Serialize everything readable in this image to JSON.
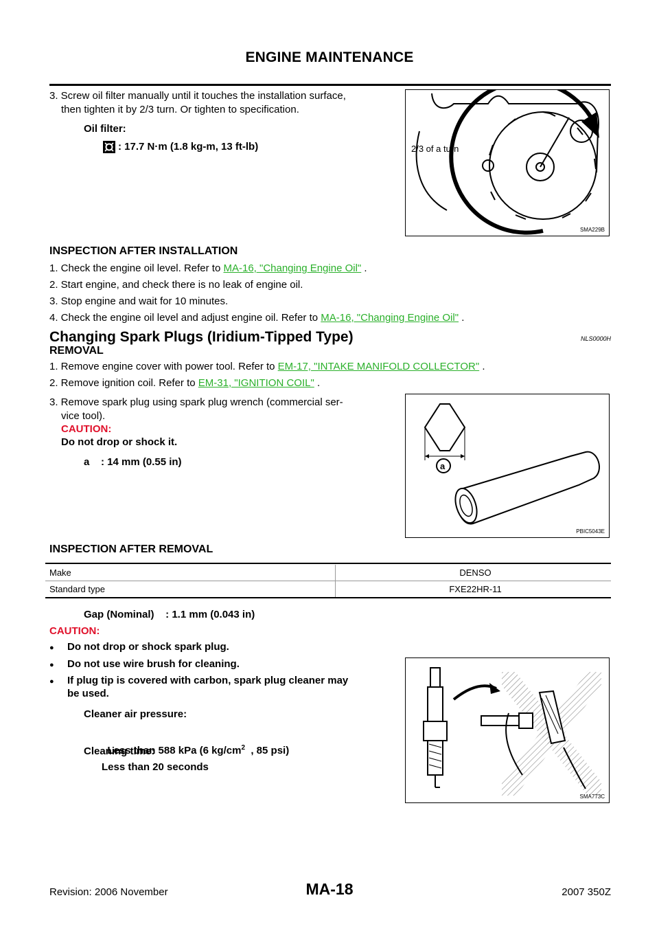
{
  "header": {
    "title": "ENGINE MAINTENANCE"
  },
  "step3_filter": {
    "line1": "3. Screw oil filter manually until it touches the installation surface,",
    "line2": "then tighten it by 2/3 turn. Or tighten to specification.",
    "spec_label": "Oil filter:",
    "spec_value": ": 17.7 N·m (1.8 kg-m, 13 ft-lb)",
    "figure": {
      "label": "2/3 of a turn",
      "id": "SMA229B"
    }
  },
  "inspection_after_installation": {
    "heading": "INSPECTION AFTER INSTALLATION",
    "s1_text": "1. Check the engine oil level. Refer to ",
    "s1_link": "MA-16, \"Changing Engine Oil\"",
    "s1_end": " .",
    "s2": "2. Start engine, and check there is no leak of engine oil.",
    "s3": "3. Stop engine and wait for 10 minutes.",
    "s4_text": "4. Check the engine oil level and adjust engine oil. Refer to ",
    "s4_link": "MA-16, \"Changing Engine Oil\"",
    "s4_end": " ."
  },
  "spark_plugs": {
    "heading": "Changing Spark Plugs (Iridium-Tipped Type)",
    "code": "NLS0000H",
    "removal_heading": "REMOVAL",
    "r1_text": "1. Remove engine cover with power tool. Refer to ",
    "r1_link": "EM-17, \"INTAKE MANIFOLD COLLECTOR\"",
    "r1_end": " .",
    "r2_text": "2. Remove ignition coil. Refer to ",
    "r2_link": "EM-31, \"IGNITION COIL\"",
    "r2_end": " .",
    "r3_line1": "3. Remove spark plug using spark plug wrench (commercial ser-",
    "r3_line2": "vice tool).",
    "caution_label": "CAUTION:",
    "caution_text": "Do not drop or shock it.",
    "a_spec": "a    : 14 mm (0.55 in)",
    "figure": {
      "label": "a",
      "id": "PBIC5043E"
    }
  },
  "inspection_after_removal": {
    "heading": "INSPECTION AFTER REMOVAL",
    "table": [
      {
        "label": "Make",
        "value": "DENSO"
      },
      {
        "label": "Standard type",
        "value": "FXE22HR-11"
      }
    ],
    "gap": "Gap (Nominal)    : 1.1 mm (0.043 in)",
    "caution_label": "CAUTION:",
    "bullet_symbol": "●",
    "b1": "Do not drop or shock spark plug.",
    "b2": "Do not use wire brush for cleaning.",
    "b3_line1": "If plug tip is covered with carbon, spark plug cleaner may",
    "b3_line2": "be used.",
    "cleaner_label": "Cleaner air pressure:",
    "cleaner_value_pre": "Less than 588 kPa (6 kg/cm",
    "cleaner_value_sup": "2",
    "cleaner_value_post": "  , 85 psi)",
    "time_label": "Cleaning time:",
    "time_value": "Less than 20 seconds",
    "figure": {
      "id": "SMA773C"
    }
  },
  "footer": {
    "revision": "Revision: 2006 November",
    "page": "MA-18",
    "model": "2007 350Z"
  }
}
